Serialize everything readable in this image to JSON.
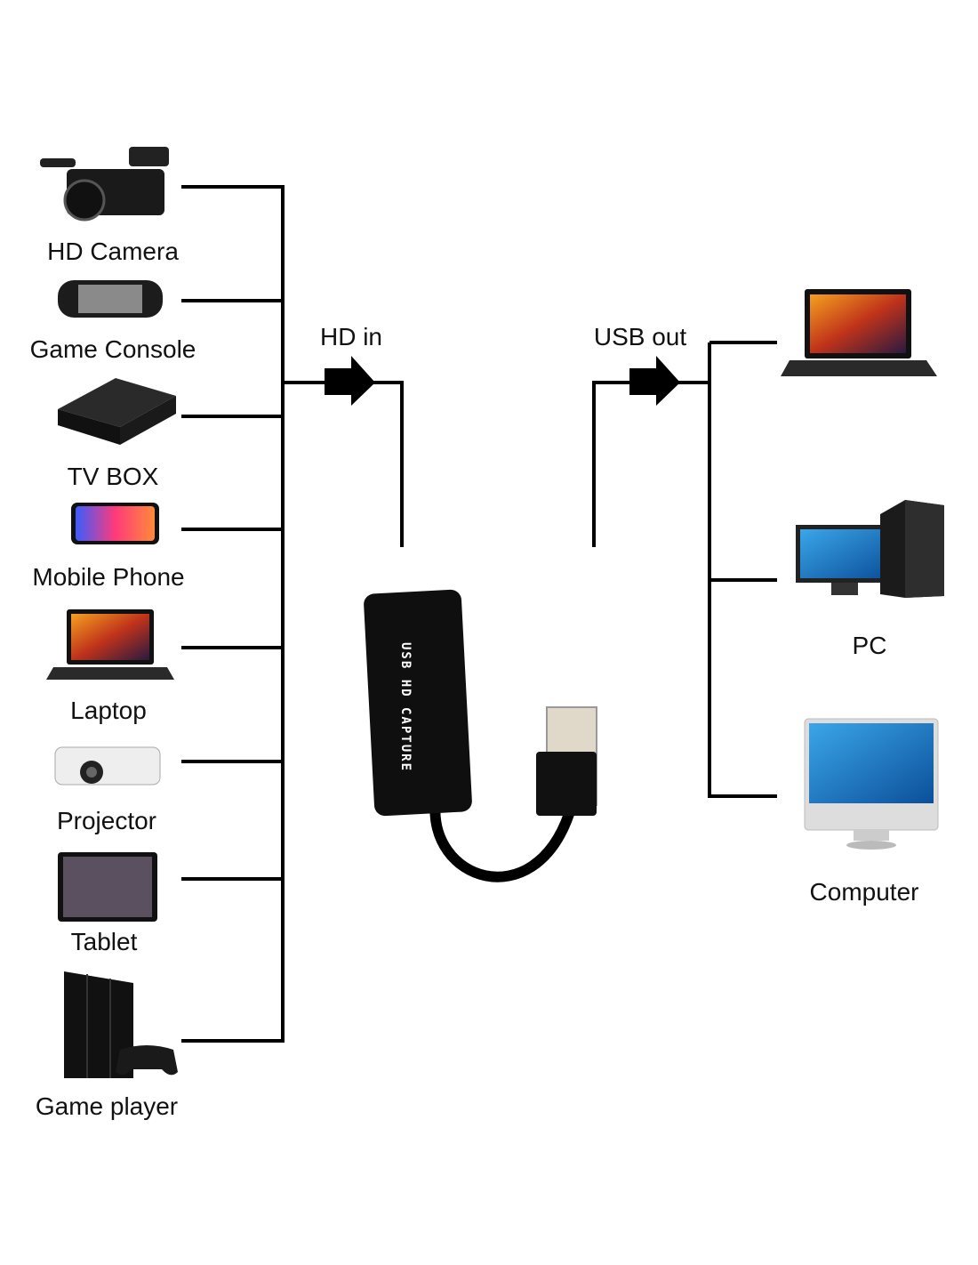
{
  "inputs": [
    {
      "label": "HD Camera",
      "icon": "camcorder-icon"
    },
    {
      "label": "Game Console",
      "icon": "handheld-console-icon"
    },
    {
      "label": "TV BOX",
      "icon": "tv-box-icon"
    },
    {
      "label": "Mobile Phone",
      "icon": "phone-icon"
    },
    {
      "label": "Laptop",
      "icon": "laptop-icon"
    },
    {
      "label": "Projector",
      "icon": "projector-icon"
    },
    {
      "label": "Tablet",
      "icon": "tablet-icon"
    },
    {
      "label": "Game player",
      "icon": "game-console-icon"
    }
  ],
  "hd_in_label": "HD in",
  "usb_out_label": "USB out",
  "device": {
    "text": "USB HD CAPTURE"
  },
  "outputs": [
    {
      "label": "",
      "icon": "laptop-icon"
    },
    {
      "label": "PC",
      "icon": "desktop-pc-icon"
    },
    {
      "label": "Computer",
      "icon": "monitor-icon"
    }
  ]
}
